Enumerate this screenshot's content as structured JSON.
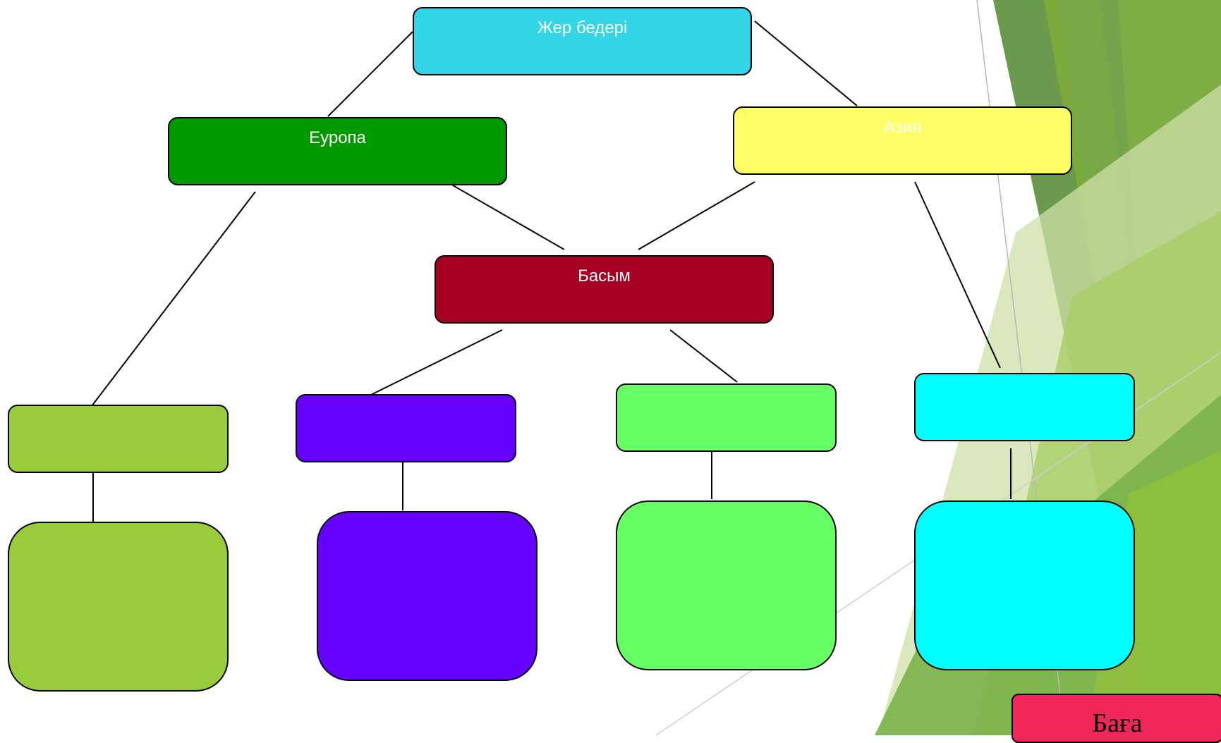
{
  "diagram": {
    "root": {
      "label": "Жер бедері",
      "color": "#33D6E6"
    },
    "europe": {
      "label": "Еуропа",
      "color": "#009900"
    },
    "asia": {
      "label": "Азия",
      "color": "#FFFF66"
    },
    "predominant": {
      "label": "Басым",
      "color": "#A50021"
    },
    "level3": [
      {
        "label": "",
        "color": "#99CC3D"
      },
      {
        "label": "",
        "color": "#6600FF"
      },
      {
        "label": "",
        "color": "#66FF66"
      },
      {
        "label": "",
        "color": "#00FFFF"
      }
    ],
    "level4": [
      {
        "label": "",
        "color": "#99CC3D"
      },
      {
        "label": "",
        "color": "#6600FF"
      },
      {
        "label": "",
        "color": "#66FF66"
      },
      {
        "label": "",
        "color": "#00FFFF"
      }
    ]
  },
  "grade_button": {
    "label": "Баға",
    "color": "#F0275A"
  }
}
